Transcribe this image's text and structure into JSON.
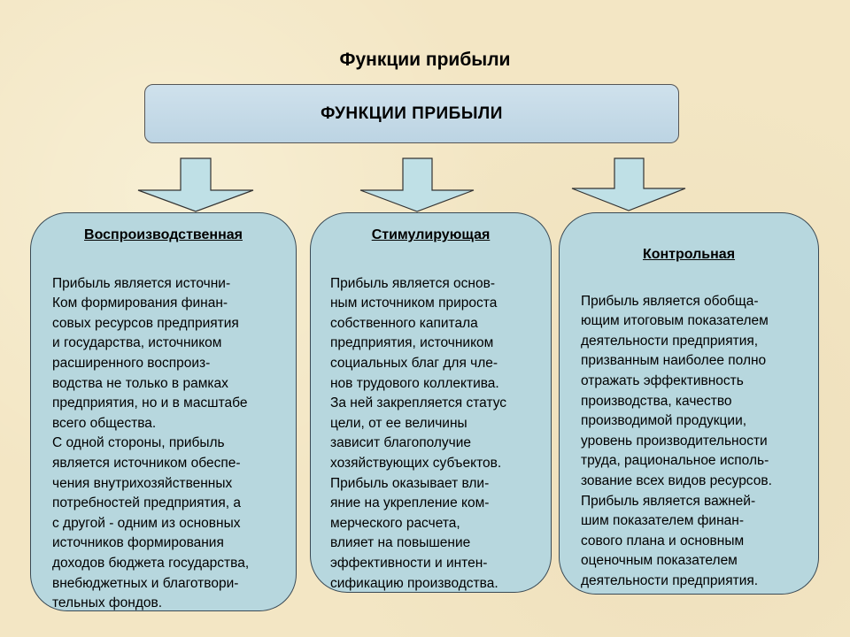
{
  "page_title": "Функции прибыли",
  "main_box": {
    "label": "ФУНКЦИИ  ПРИБЫЛИ"
  },
  "colors": {
    "background": "#f3e6c4",
    "card_fill": "#b7d7de",
    "main_box_fill": "#c8dce9",
    "arrow_fill": "#bfe0e6"
  },
  "cards": [
    {
      "title": "Воспроизводственная",
      "text": "Прибыль является источни-\nКом формирования финан-\nсовых ресурсов предприятия\nи государства, источником\n расширенного воспроиз-\nводства не только в рамках\nпредприятия, но и в масштабе\nвсего общества.\nС одной стороны,  прибыль\nявляется источником обеспе-\nчения внутрихозяйственных\nпотребностей предприятия, а\nс другой - одним из основных\nисточников формирования\nдоходов бюджета государства,\n внебюджетных и благотвори-\nтельных фондов."
    },
    {
      "title": "Стимулирующая",
      "text": "Прибыль является основ-\nным источником прироста\nсобственного капитала\nпредприятия, источником\nсоциальных благ для чле-\nнов трудового коллектива.\nЗа ней закрепляется статус\nцели, от ее величины\nзависит благополучие\nхозяйствующих субъектов.\nПрибыль оказывает вли-\nяние на укрепление ком-\nмерческого расчета,\nвлияет на повышение\nэффективности и интен-\nсификацию производства."
    },
    {
      "title": "Контрольная",
      "text": "Прибыль является обобща-\nющим итоговым показателем\nдеятельности предприятия,\nпризванным наиболее полно\nотражать эффективность\nпроизводства, качество\nпроизводимой продукции,\nуровень производительности\nтруда, рациональное исполь-\nзование всех видов ресурсов.\nПрибыль является важней-\nшим показателем финан-\nсового плана и основным\nоценочным показателем\nдеятельности предприятия."
    }
  ]
}
